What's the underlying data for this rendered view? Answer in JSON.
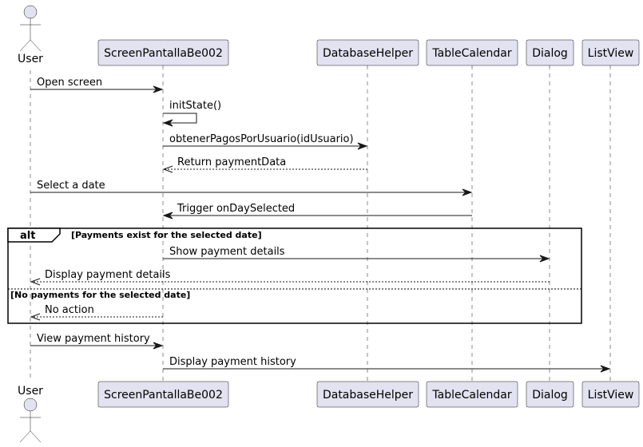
{
  "participants": [
    {
      "id": "user",
      "label": "User",
      "kind": "actor"
    },
    {
      "id": "screen",
      "label": "ScreenPantallaBe002",
      "kind": "participant"
    },
    {
      "id": "db",
      "label": "DatabaseHelper",
      "kind": "participant"
    },
    {
      "id": "calendar",
      "label": "TableCalendar",
      "kind": "participant"
    },
    {
      "id": "dialog",
      "label": "Dialog",
      "kind": "participant"
    },
    {
      "id": "listview",
      "label": "ListView",
      "kind": "participant"
    }
  ],
  "messages": [
    {
      "from": "user",
      "to": "screen",
      "label": "Open screen",
      "style": "solid"
    },
    {
      "from": "screen",
      "to": "screen",
      "label": "initState()",
      "style": "solid"
    },
    {
      "from": "screen",
      "to": "db",
      "label": "obtenerPagosPorUsuario(idUsuario)",
      "style": "solid"
    },
    {
      "from": "db",
      "to": "screen",
      "label": "Return paymentData",
      "style": "dashed"
    },
    {
      "from": "user",
      "to": "calendar",
      "label": "Select a date",
      "style": "solid"
    },
    {
      "from": "calendar",
      "to": "screen",
      "label": "Trigger onDaySelected",
      "style": "solid"
    },
    {
      "from": "screen",
      "to": "dialog",
      "label": "Show payment details",
      "style": "solid"
    },
    {
      "from": "dialog",
      "to": "user",
      "label": "Display payment details",
      "style": "dashed"
    },
    {
      "from": "screen",
      "to": "user",
      "label": "No action",
      "style": "dashed"
    },
    {
      "from": "user",
      "to": "screen",
      "label": "View payment history",
      "style": "solid"
    },
    {
      "from": "screen",
      "to": "listview",
      "label": "Display payment history",
      "style": "solid"
    }
  ],
  "alt_frame": {
    "keyword": "alt",
    "guard1": "[Payments exist for the selected date]",
    "guard2": "[No payments for the selected date]"
  }
}
